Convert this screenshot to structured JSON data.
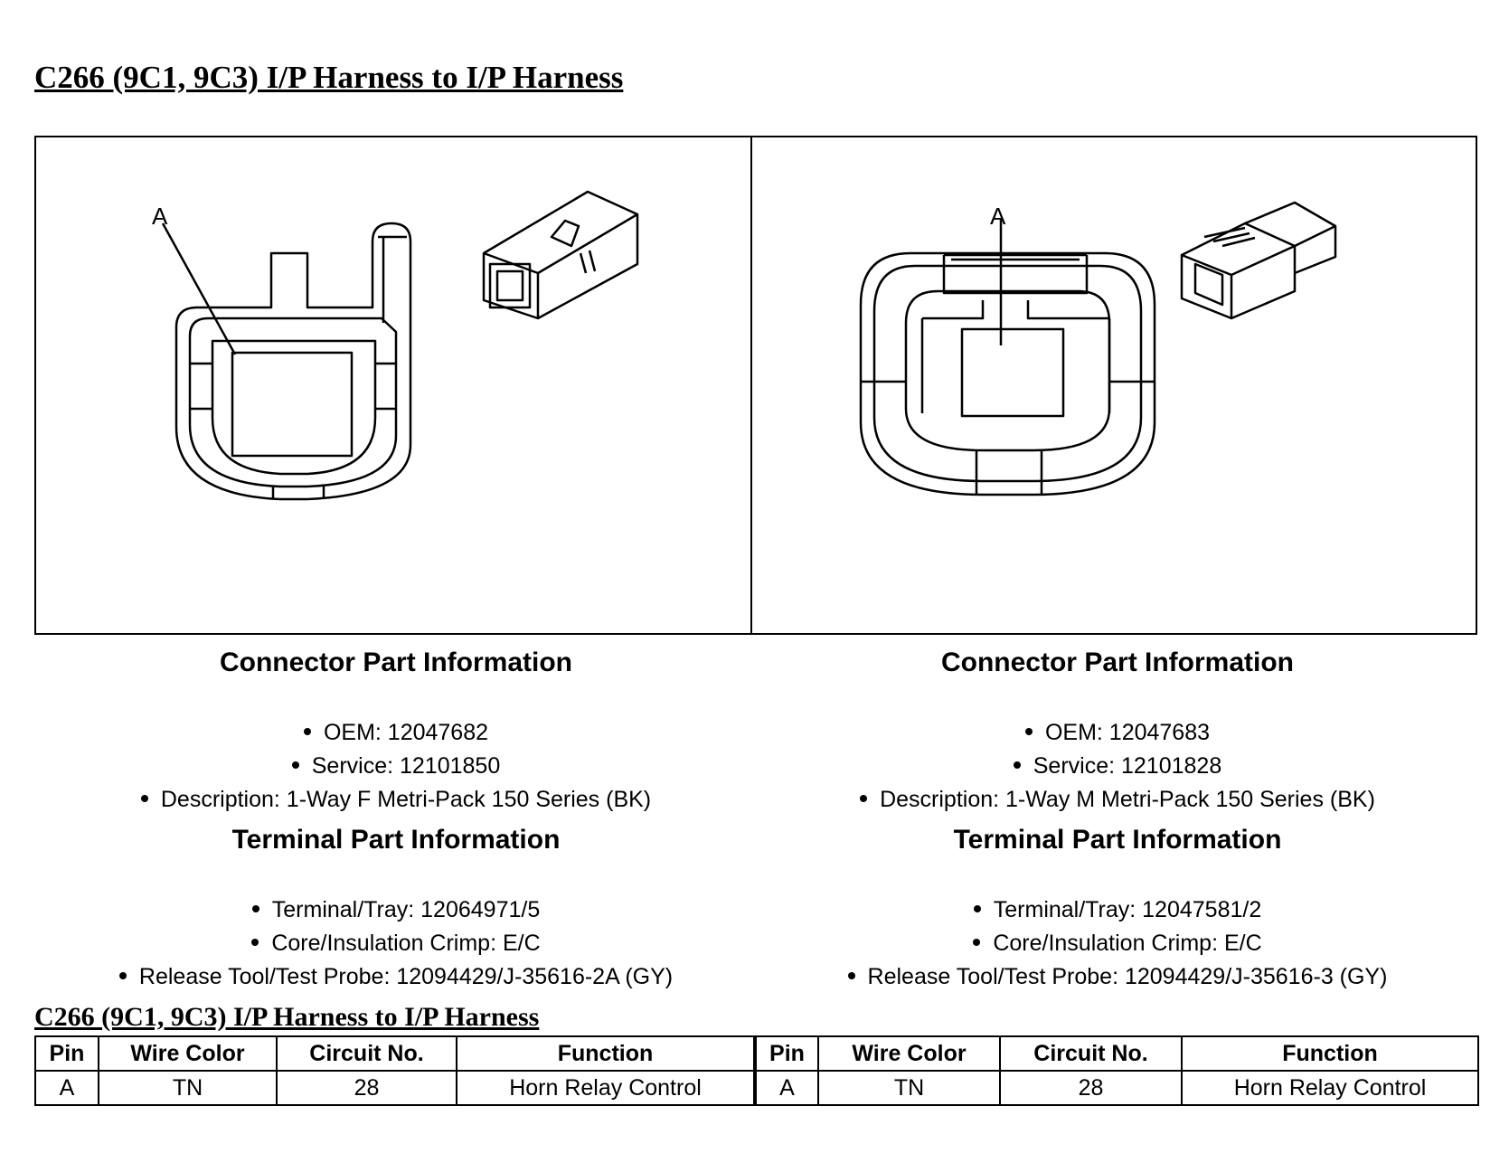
{
  "header": {
    "title": "C266 (9C1, 9C3) I/P Harness to I/P Harness"
  },
  "diagrams": {
    "left": {
      "label": "A"
    },
    "right": {
      "label": "A"
    }
  },
  "left_info": {
    "connector_heading": "Connector Part Information",
    "oem": "OEM: 12047682",
    "service": "Service: 12101850",
    "description": "Description: 1-Way F Metri-Pack 150 Series (BK)",
    "terminal_heading": "Terminal Part Information",
    "terminal_tray": "Terminal/Tray: 12064971/5",
    "crimp": "Core/Insulation Crimp: E/C",
    "release_tool": "Release Tool/Test Probe: 12094429/J-35616-2A (GY)"
  },
  "right_info": {
    "connector_heading": "Connector Part Information",
    "oem": "OEM: 12047683",
    "service": "Service: 12101828",
    "description": "Description: 1-Way M Metri-Pack 150 Series (BK)",
    "terminal_heading": "Terminal Part Information",
    "terminal_tray": "Terminal/Tray: 12047581/2",
    "crimp": "Core/Insulation Crimp: E/C",
    "release_tool": "Release Tool/Test Probe: 12094429/J-35616-3 (GY)"
  },
  "table": {
    "title": "C266 (9C1, 9C3) I/P Harness to I/P Harness",
    "headers": [
      "Pin",
      "Wire Color",
      "Circuit No.",
      "Function",
      "Pin",
      "Wire Color",
      "Circuit No.",
      "Function"
    ],
    "rows": [
      [
        "A",
        "TN",
        "28",
        "Horn Relay Control",
        "A",
        "TN",
        "28",
        "Horn Relay Control"
      ]
    ]
  }
}
